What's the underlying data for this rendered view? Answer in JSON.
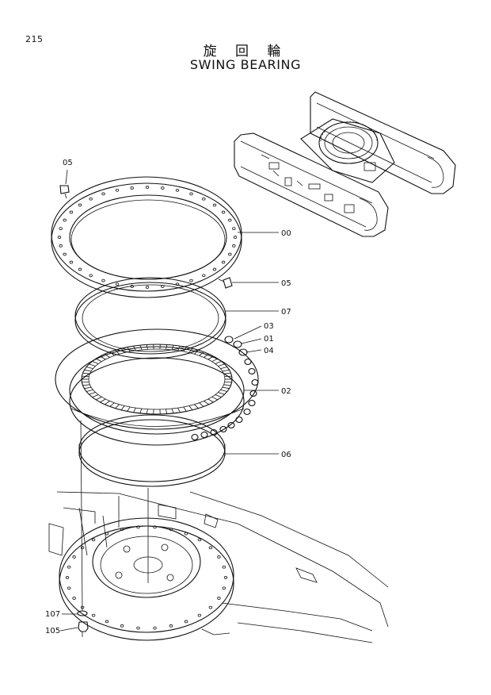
{
  "page": {
    "number": "215"
  },
  "title": {
    "japanese": "旋 回 輪",
    "english": "SWING BEARING"
  },
  "callouts": {
    "bolt_top": "05",
    "bearing": "00",
    "bolt_right": "05",
    "seal": "07",
    "ball_a": "03",
    "ball_b": "01",
    "ball_c": "04",
    "inner_race": "02",
    "seal_lower": "06",
    "washer": "107",
    "mount_bolt": "105"
  }
}
